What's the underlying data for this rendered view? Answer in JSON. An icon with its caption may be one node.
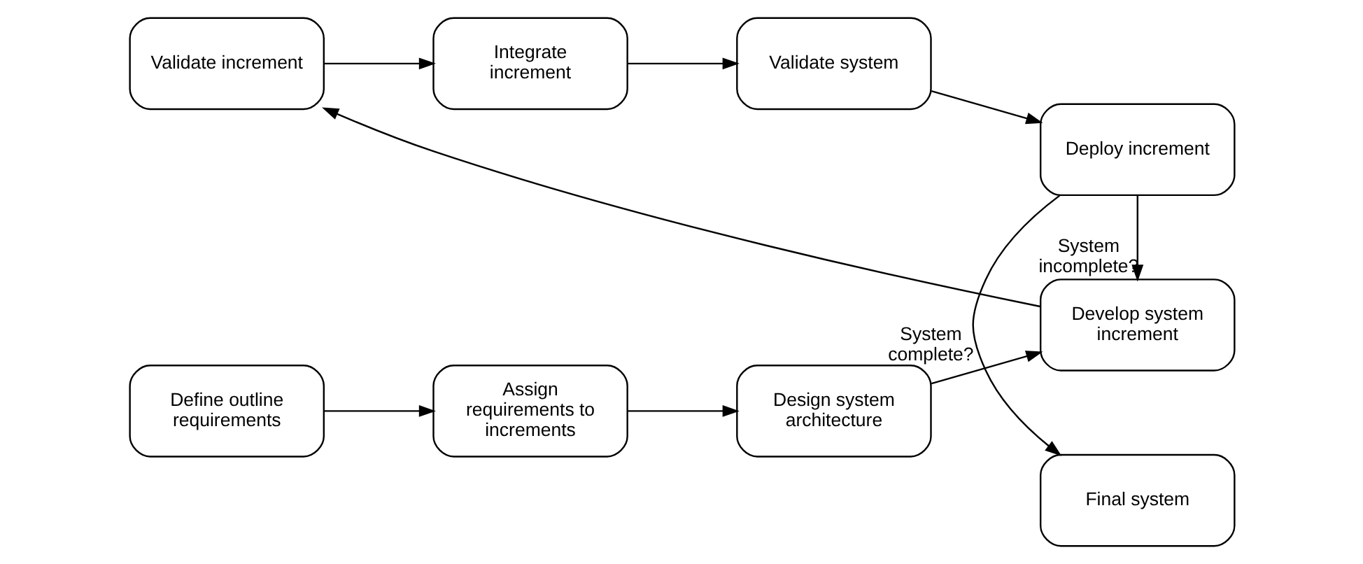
{
  "diagram": {
    "nodes": [
      {
        "text": [
          "Define outline requirements"
        ]
      },
      {
        "text": [
          "Assign requirements to increments"
        ]
      },
      {
        "text": [
          "Design system architecture"
        ]
      },
      {
        "text": [
          "Develop system increment"
        ]
      },
      {
        "text": [
          "Validate increment"
        ]
      },
      {
        "text": [
          "Integrate increment"
        ]
      },
      {
        "text": [
          "Validate system"
        ]
      },
      {
        "text": [
          "Deploy increment"
        ]
      },
      {
        "text": [
          "Final system"
        ]
      }
    ],
    "edges": [
      {
        "from": 0,
        "to": 1,
        "arrow": "to"
      },
      {
        "from": 1,
        "to": 2,
        "arrow": "to"
      },
      {
        "from": 2,
        "to": 3,
        "arrow": "to"
      },
      {
        "from": 3,
        "to": 4,
        "arrow": "to"
      },
      {
        "from": 4,
        "to": 5,
        "arrow": "to"
      },
      {
        "from": 5,
        "to": 6,
        "arrow": "to"
      },
      {
        "from": 6,
        "to": 7,
        "arrow": "to"
      },
      {
        "from": 7,
        "to": 3,
        "arrow": "to",
        "label": "System incomplete?"
      },
      {
        "from": 7,
        "to": 8,
        "arrow": "to",
        "label": "System complete?"
      }
    ]
  }
}
